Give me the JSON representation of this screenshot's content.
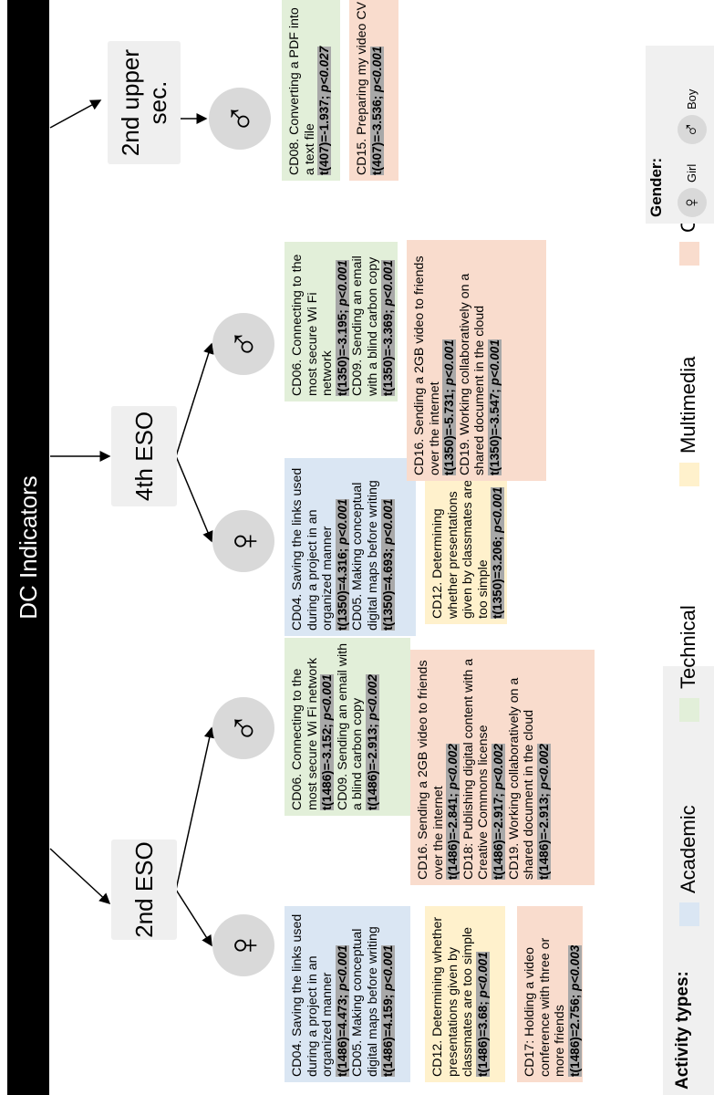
{
  "title": "DC Indicators",
  "levels": {
    "eso2": "2nd ESO",
    "eso4": "4th ESO",
    "upper2": "2nd upper sec."
  },
  "symbols": {
    "female": "♀",
    "male": "♂"
  },
  "eso2_female_academic": [
    {
      "label": "CD04. Saving the links used during a project in an organized manner",
      "stat": "t(1486)=4.473;",
      "p": "p<0.001"
    },
    {
      "label": "CD05. Making conceptual digital maps before writing",
      "stat": "t(1486)=4.159;",
      "p": "p<0.001"
    }
  ],
  "eso2_female_multimedia": [
    {
      "label": "CD12. Determining whether presentations given by classmates are too simple",
      "stat": "t(1486)=3.68;",
      "p": "p<0.001"
    }
  ],
  "eso2_female_communicative": [
    {
      "label": "CD17: Holding a video conference with three or more friends",
      "stat": "t(1486)=2.756;",
      "p": "p<0.003"
    }
  ],
  "eso2_male_technical": [
    {
      "label": "CD06. Connecting to the most secure Wi Fi network",
      "stat": "t(1486)=-3.152;",
      "p": "p<0.001"
    },
    {
      "label": "CD09. Sending an email with a blind carbon copy",
      "stat": "t(1486)=-2.913;",
      "p": "p<0.002"
    }
  ],
  "eso2_male_communicative": [
    {
      "label": "CD16. Sending a 2GB video to friends over the internet",
      "stat": "t(1486)=-2.841;",
      "p": "p<0.002"
    },
    {
      "label": "CD18: Publishing digital content with a Creative Commons license",
      "stat": "t(1486)=-2.917;",
      "p": "p<0.002"
    },
    {
      "label": "CD19. Working collaboratively on a shared document in the cloud",
      "stat": "t(1486)=-2.913;",
      "p": "p<0.002"
    }
  ],
  "eso4_female_academic": [
    {
      "label": "CD04. Saving the links used during a project in an organized manner",
      "stat": "t(1350)=4.316;",
      "p": "p<0.001"
    },
    {
      "label": "CD05. Making conceptual digital maps before writing",
      "stat": "t(1350)=4.693;",
      "p": "p<0.001"
    }
  ],
  "eso4_female_multimedia": [
    {
      "label": "CD12. Determining whether presentations given by classmates are too simple",
      "stat": "t(1350)=3.206;",
      "p": "p<0.001"
    }
  ],
  "eso4_male_technical": [
    {
      "label": "CD06. Connecting to the most secure Wi Fi network",
      "stat": "t(1350)=-3.195;",
      "p": "p<0.001"
    },
    {
      "label": "CD09. Sending an email with a blind carbon copy",
      "stat": "t(1350)=-3.369;",
      "p": "p<0.001"
    }
  ],
  "eso4_male_communicative": [
    {
      "label": "CD16. Sending a 2GB video to friends over the internet",
      "stat": "t(1350)=-5.731;",
      "p": "p<0.001"
    },
    {
      "label": "CD19. Working collaboratively on a shared document in the cloud",
      "stat": "t(1350)=-3.547;",
      "p": "p<0.001"
    }
  ],
  "upper2_male_technical": [
    {
      "label": "CD08. Converting a PDF into a text file",
      "stat": "t(407)=-1.937;",
      "p": "p<0.027"
    }
  ],
  "upper2_male_communicative": [
    {
      "label": "CD15. Preparing my video CV",
      "stat": "t(407)=-3.536;",
      "p": "p<0.001"
    }
  ],
  "legend": {
    "activity_title": "Activity types:",
    "activity_types": [
      {
        "label": "Academic",
        "color": "#dae6f3"
      },
      {
        "label": "Technical",
        "color": "#e2efd9"
      },
      {
        "label": "Multimedia",
        "color": "#fff1cc"
      },
      {
        "label": "Communicative",
        "color": "#f9dccd"
      }
    ],
    "gender_title": "Gender:",
    "girl": "Girl",
    "boy": "Boy"
  }
}
